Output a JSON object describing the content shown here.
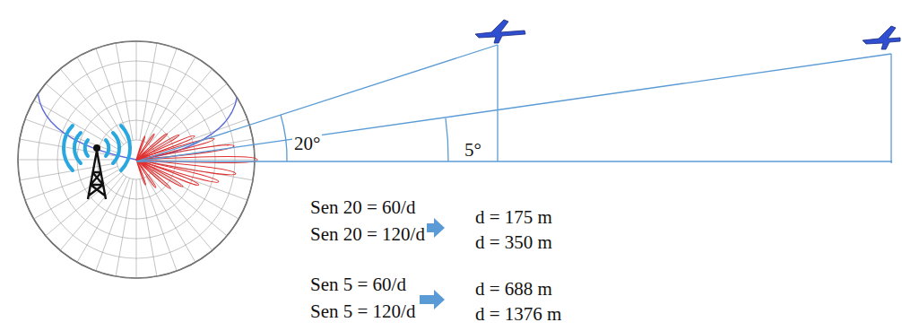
{
  "diagram": {
    "labels": [
      "20°",
      "5°",
      "Sen 20 = 60/d",
      "Sen 20 = 120/d",
      "d = 175 m",
      "d = 350 m",
      "Sen 5 = 60/d",
      "Sen 5 = 120/d",
      "d = 688 m",
      "d = 1376 m"
    ]
  }
}
